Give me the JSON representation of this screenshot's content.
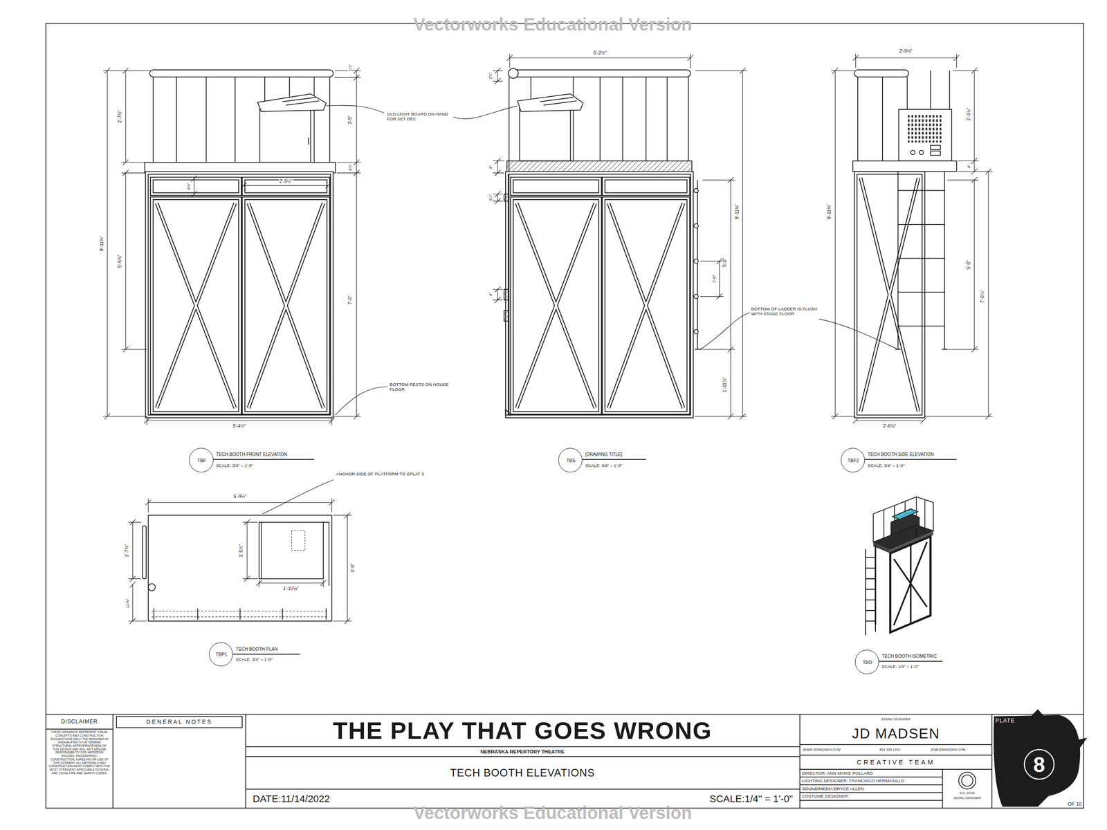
{
  "diagram": {
    "title": "THE PLAY THAT GOES WRONG",
    "nodes": [
      {
        "text": [
          "DISCLAIMER",
          "THESE DRAWINGS REPRESENT VISUAL CONCEPTS AND CONSTRUCTION SUGGESTIONS ONLY. THE DESIGNER IS UNQUALIFIED TO DETERMINE STRUCTURAL APPROPRIATENESS OF THIS DESIGN AND WILL NOT ASSUME RESPONSIBILITY FOR IMPROPER RIGGING, ENGINEERING, CONSTRUCTION, HANDLING OR USE OF THIS SCENERY. ALL MATERIALS AND CONSTRUCTION MUST COMPLY WITH THE MOST STRINGENT APPLICABLE FEDERAL AND LOCAL FIRE AND SAFETY CODES."
        ]
      },
      {
        "text": [
          "GENERAL NOTES"
        ]
      },
      {
        "text": [
          "NEBRASKA REPERTORY THEATRE"
        ]
      },
      {
        "text": [
          "TECH BOOTH ELEVATIONS"
        ]
      },
      {
        "text": [
          "DATE:11/14/2022",
          "SCALE:1/4\" = 1'-0\""
        ]
      },
      {
        "text": [
          "SCENIC DESIGNER",
          "JD MADSEN"
        ]
      },
      {
        "text": [
          "CREATIVE TEAM"
        ]
      },
      {
        "text": [
          "DIRECTOR: ANN MARIE POLLARD",
          "LIGHTING DESIGNER: FRANCISCO HERMASILLO",
          "SOUND/MEDIA:BRYCE ALLEN",
          "COSTUME DESIGNER:"
        ]
      },
      {
        "text": [
          "PLATE",
          "8",
          "OF 10"
        ]
      },
      {
        "text": [
          "TBF"
        ]
      },
      {
        "text": [
          "TBS"
        ]
      },
      {
        "text": [
          "TBF2"
        ]
      },
      {
        "text": [
          "TBP1"
        ]
      },
      {
        "text": [
          "TBO"
        ]
      }
    ],
    "labels": [
      "Vectorworks Educational Version",
      "Vectorworks Educational Version",
      "2'-7½\"",
      "9'-11⅜\"",
      "5'-5⅝\"",
      "1½\"",
      "3'-5\"",
      "4½\"",
      "7'-0\"",
      "5⅜\"",
      "2'-5½\"",
      "5'-4½\"",
      "OLD LIGHT BOARD ON HAND FOR SET DEC",
      "BOTTOM RESTS ON HOUSE FLOOR",
      "5'-2½\"",
      "2½\"",
      "4\"",
      "1½\"",
      "4\"",
      "9'-11⅜\"",
      "5'-0\"",
      "1'-0\"",
      "1'-11⅞\"",
      "BOTTOM OF LADDER IS FLUSH WITH STAGE FLOOR",
      "2'-9⅛\"",
      "9'-11⅜\"",
      "2'-3⅞\"",
      "4\"",
      "5'-0\"",
      "7'-0⅞\"",
      "2'-8⅞\"",
      "TECH BOOTH FRONT ELEVATION",
      "SCALE: 3/4\" = 1'-0\"",
      "[DRAWING TITLE]",
      "SCALE: 3/4\" = 1'-0\"",
      "TECH BOOTH SIDE ELEVATION",
      "SCALE: 3/4\" = 1'-0\"",
      "5'-4½\"",
      "ANCHOR SIDE OF PLATFORM TO SPLAT 3",
      "1'-7⅝\"",
      "1'-5½\"",
      "1'-10⅛\"",
      "3'-0\"",
      "11⅜\"",
      "TECH BOOTH PLAN",
      "SCALE: 3/4\" = 1'-0\"",
      "TECH BOOTH ISOMETRIC",
      "SCALE: 1/4\" = 1'-0\"",
      "WWW.JDMADSEN.COM",
      "801.309.1310",
      "JD@JDMADSEN.COM",
      "S.D. 10793",
      "SCENIC DESIGNER"
    ]
  }
}
